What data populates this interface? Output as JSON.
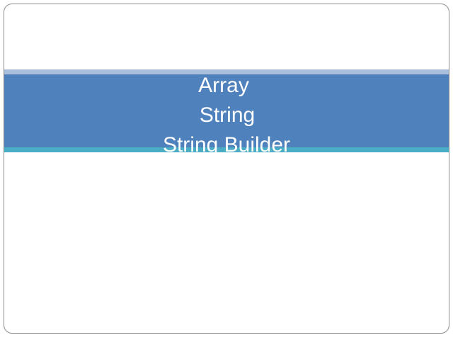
{
  "slide": {
    "title_lines": [
      "Array",
      "String",
      "String Builder"
    ],
    "colors": {
      "band_top": "#a9bfdb",
      "band_main": "#4f81bd",
      "band_bottom": "#4bacc6",
      "title_text": "#ffffff"
    }
  }
}
